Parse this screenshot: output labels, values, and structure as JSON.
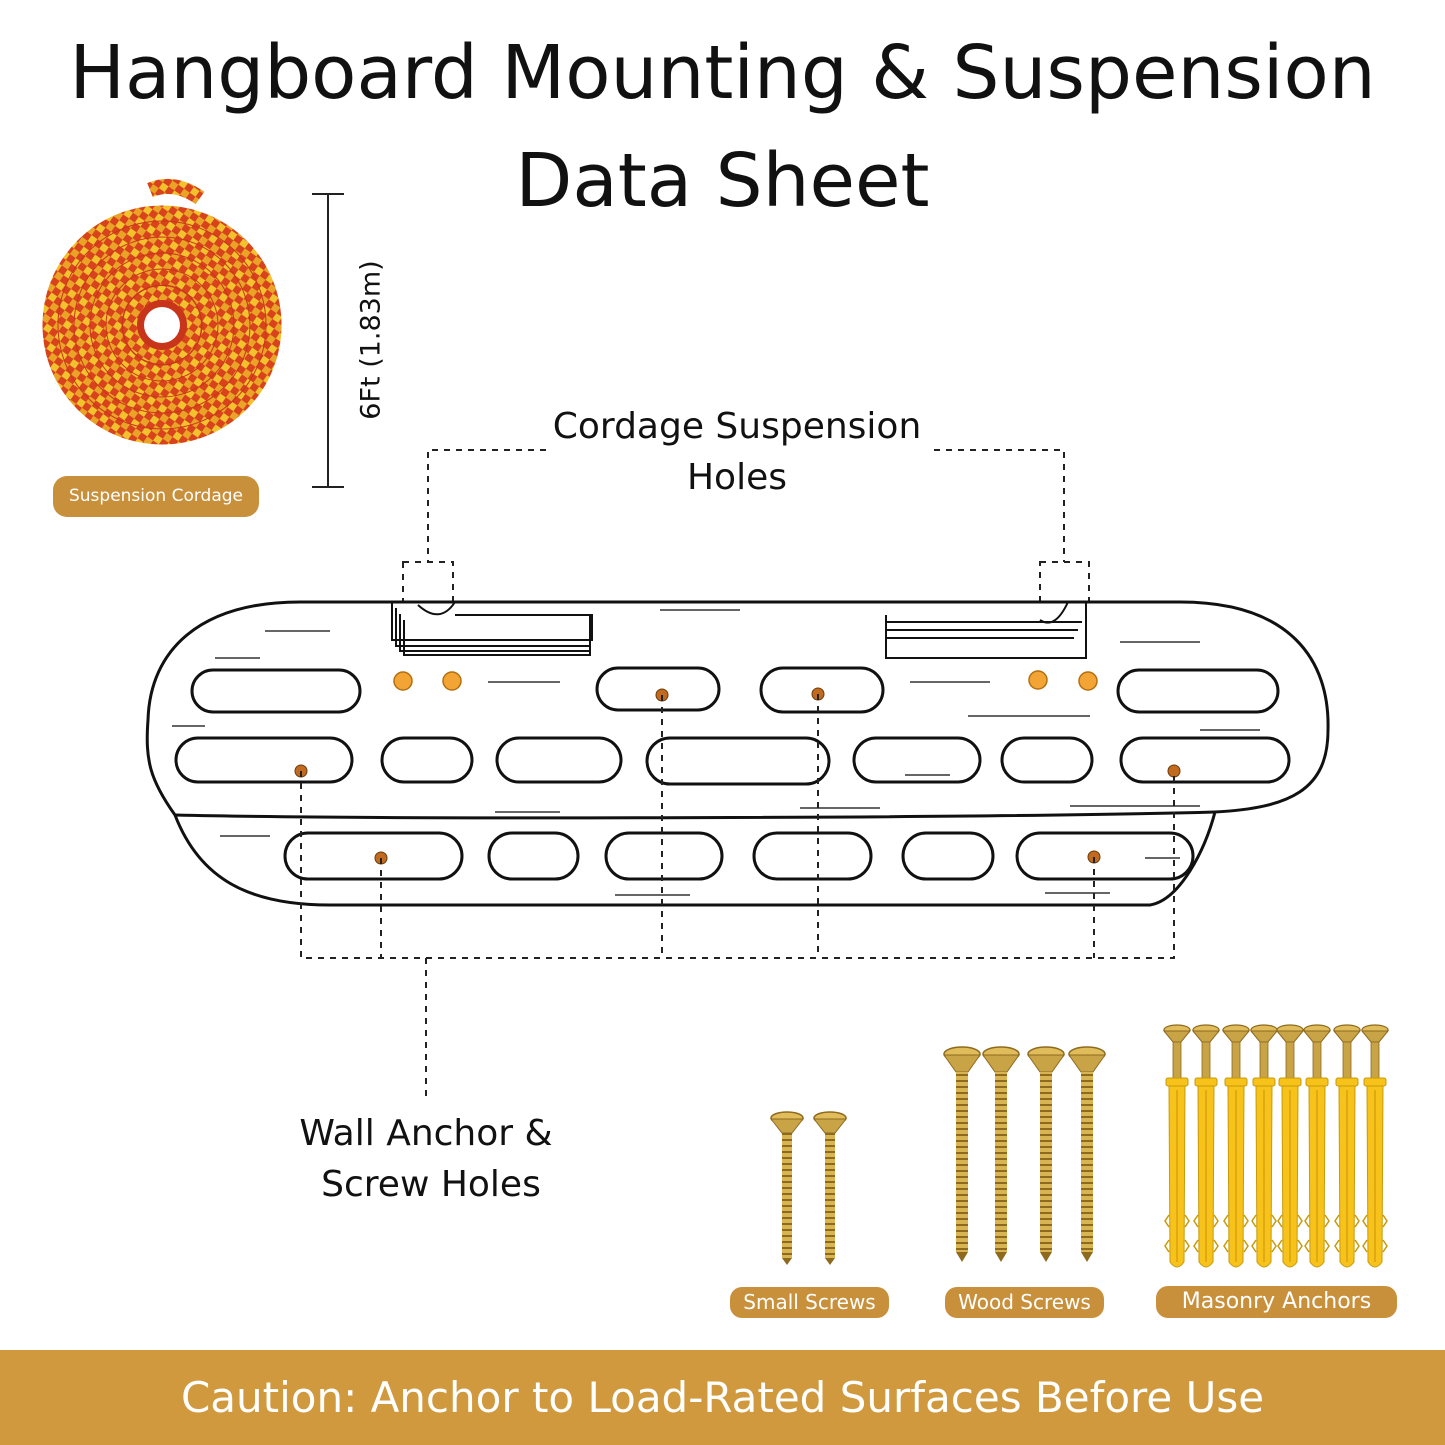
{
  "title": {
    "line1": "Hangboard Mounting & Suspension",
    "line2": "Data Sheet"
  },
  "cordage": {
    "label": "Suspension Cordage",
    "length": "6Ft (1.83m)"
  },
  "callouts": {
    "cordage_holes": {
      "line1": "Cordage Suspension",
      "line2": "Holes"
    },
    "wall_anchor": {
      "line1": "Wall Anchor &",
      "line2": "Screw Holes"
    }
  },
  "hardware": {
    "small_screws": "Small Screws",
    "wood_screws": "Wood Screws",
    "masonry_anchors": "Masonry Anchors"
  },
  "caution": "Caution: Anchor to Load-Rated Surfaces Before Use",
  "colors": {
    "accent": "#c9903c",
    "banner": "#d0993d",
    "hole_dot": "#f2a434",
    "rope_red": "#d8421c",
    "rope_yellow": "#f2c12e",
    "anchor_yellow": "#f7c21a",
    "screw_gold": "#c9a447"
  },
  "icons": {
    "rope": "coiled-rope-icon",
    "screw": "screw-icon",
    "anchor": "wall-plug-icon"
  }
}
